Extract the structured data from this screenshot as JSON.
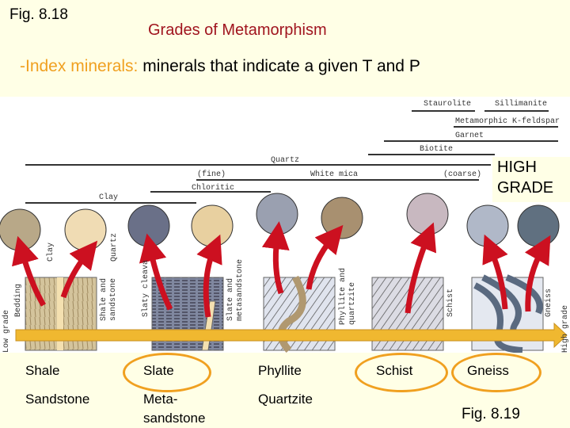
{
  "header": {
    "fig_top": "Fig. 8.18",
    "title": "Grades of Metamorphism",
    "subtitle_highlight": "-Index minerals:",
    "subtitle_rest": " minerals that indicate a given T and P"
  },
  "minerals": {
    "staurolite": "Staurolite",
    "sillimanite": "Sillimanite",
    "kfeldspar": "Metamorphic K-feldspar",
    "garnet": "Garnet",
    "biotite": "Biotite",
    "quartz": "Quartz",
    "fine": "(fine)",
    "white_mica": "White mica",
    "coarse": "(coarse)",
    "chloritic": "Chloritic",
    "clay": "Clay"
  },
  "high_grade": [
    "HIGH",
    "GRADE"
  ],
  "diagram_labels": {
    "clay": "Clay",
    "quartz": "Quartz",
    "bedding": "Bedding",
    "shale_sandstone": [
      "Shale and",
      "sandstone"
    ],
    "slaty": "Slaty cleava",
    "slate_meta": [
      "Slate and",
      "metasandstone"
    ],
    "phyllite_q": [
      "Phyllite and",
      "quartzite"
    ],
    "schist": "Schist",
    "gneiss": "Gneiss",
    "low_grade": "Low grade",
    "high_grade": "High grade"
  },
  "rocks": {
    "shale": "Shale",
    "sandstone": "Sandstone",
    "slate": "Slate",
    "meta1": "Meta-",
    "meta2": "sandstone",
    "phyllite": "Phyllite",
    "quartzite": "Quartzite",
    "schist": "Schist",
    "gneiss": "Gneiss"
  },
  "fig_bottom": "Fig. 8.19",
  "colors": {
    "title": "#a0141e",
    "highlight": "#f0a020",
    "arrow": "#f0b830",
    "red_arrow": "#cc1020"
  }
}
